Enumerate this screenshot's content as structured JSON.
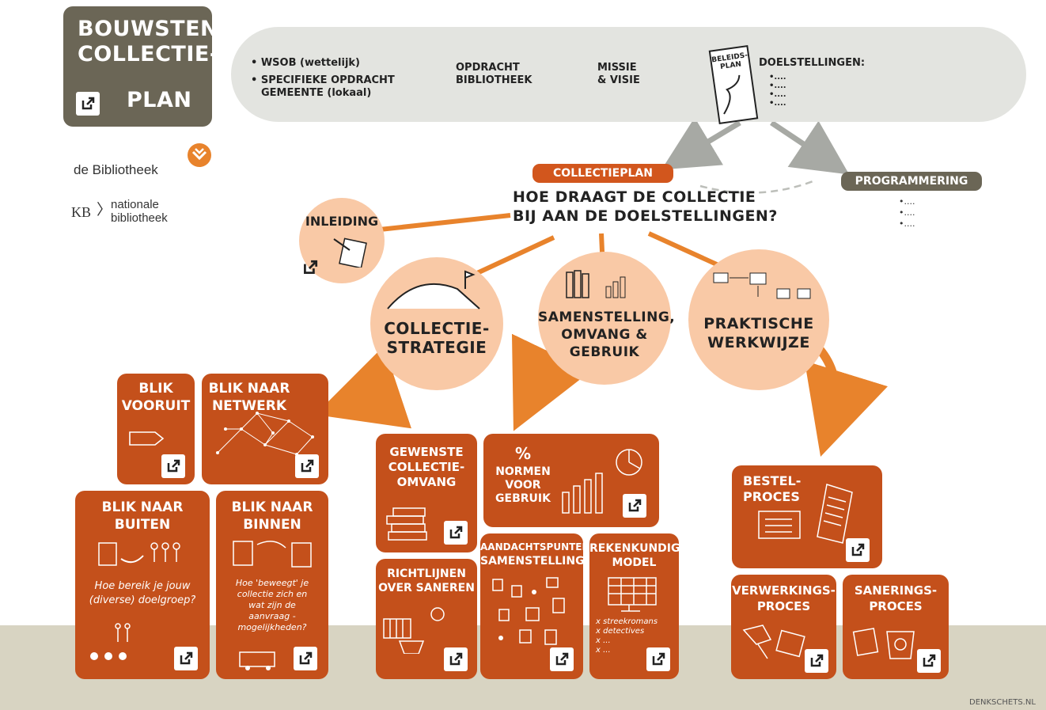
{
  "title": {
    "line1": "BOUWSTENEN",
    "line2": "COLLECTIE-",
    "line3": "PLAN"
  },
  "logos": {
    "bibliotheek": "de Bibliotheek",
    "kb_mark": "KB",
    "kb_line1": "nationale",
    "kb_line2": "bibliotheek"
  },
  "flow": {
    "bullet1": "WSOB (wettelijk)",
    "bullet2a": "SPECIFIEKE OPDRACHT",
    "bullet2b": "GEMEENTE (lokaal)",
    "opdracht1": "OPDRACHT",
    "opdracht2": "BIBLIOTHEEK",
    "missie1": "MISSIE",
    "missie2": "& VISIE",
    "beleids1": "BELEIDS-",
    "beleids2": "PLAN",
    "doel": "DOELSTELLINGEN:",
    "doel_items": [
      "•....",
      "•....",
      "•....",
      "•...."
    ]
  },
  "center": {
    "pill": "COLLECTIEPLAN",
    "question1": "HOE DRAAGT DE COLLECTIE",
    "question2": "BIJ AAN DE DOELSTELLINGEN?"
  },
  "programmering": {
    "label": "PROGRAMMERING",
    "items": [
      "•....",
      "•....",
      "•...."
    ]
  },
  "circles": {
    "inleiding": "INLEIDING",
    "strategie1": "COLLECTIE-",
    "strategie2": "STRATEGIE",
    "samenstelling1": "SAMENSTELLING,",
    "samenstelling2": "OMVANG &",
    "samenstelling3": "GEBRUIK",
    "praktisch1": "PRAKTISCHE",
    "praktisch2": "WERKWIJZE"
  },
  "tiles": {
    "vooruit1": "BLIK",
    "vooruit2": "VOORUIT",
    "netwerk1": "BLIK NAAR",
    "netwerk2": "NETWERK",
    "buiten1": "BLIK NAAR",
    "buiten2": "BUITEN",
    "buiten_q1": "Hoe bereik je jouw",
    "buiten_q2": "(diverse) doelgroep?",
    "binnen1": "BLIK NAAR",
    "binnen2": "BINNEN",
    "binnen_q1": "Hoe 'beweegt' je",
    "binnen_q2": "collectie zich en",
    "binnen_q3": "wat zijn de",
    "binnen_q4": "aanvraag -",
    "binnen_q5": "mogelijkheden?",
    "omvang1": "GEWENSTE",
    "omvang2": "COLLECTIE-",
    "omvang3": "OMVANG",
    "normen_pct": "%",
    "normen1": "NORMEN",
    "normen2": "VOOR",
    "normen3": "GEBRUIK",
    "saneren1": "RICHTLIJNEN",
    "saneren2": "OVER SANEREN",
    "aandacht1": "AANDACHTSPUNTEN",
    "aandacht2": "SAMENSTELLING",
    "reken1": "REKENKUNDIG",
    "reken2": "MODEL",
    "reken_items": [
      "x streekromans",
      "x detectives",
      "x ...",
      "x ..."
    ],
    "bestel1": "BESTEL-",
    "bestel2": "PROCES",
    "verwerk1": "VERWERKINGS-",
    "verwerk2": "PROCES",
    "sanering1": "SANERINGS-",
    "sanering2": "PROCES"
  },
  "credit": "DENKSCHETS.NL",
  "colors": {
    "tile": "#c4501b",
    "circle": "#f9c9a6",
    "band": "#e3e4e0",
    "title_box": "#6b6656",
    "ground": "#d8d4c2",
    "accent": "#e8832c"
  },
  "icons": [
    "external-link-icon",
    "bibliotheek-logo-icon",
    "arrow-icon"
  ]
}
